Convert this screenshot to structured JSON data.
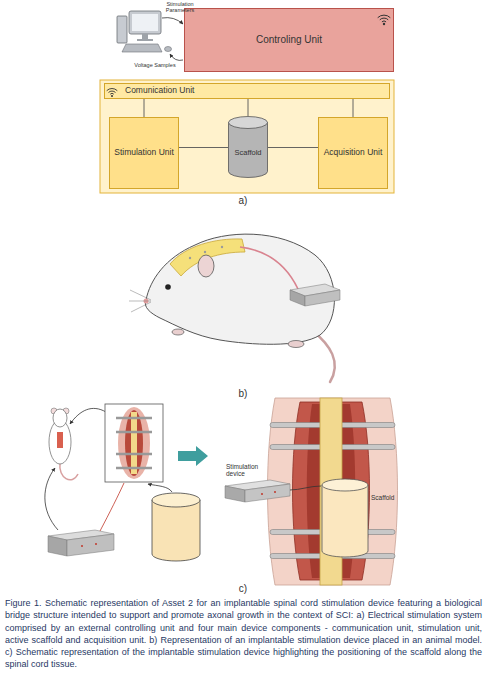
{
  "diagram": {
    "caption": "Figure 1. Schematic representation of Asset 2 for an implantable spinal cord stimulation device featuring a biological bridge structure intended to support and promote axonal growth in the context of SCI: a) Electrical stimulation system comprised by an external controlling unit and four main device components - communication unit, stimulation unit, active scaffold and acquisition unit. b) Representation of an implantable stimulation device placed in an animal model. c) Schematic representation of the implantable stimulation device highlighting the positioning of the scaffold along the spinal cord tissue.",
    "nodes": [
      {
        "text": [
          "Controling Unit"
        ]
      },
      {
        "text": [
          "Comunication Unit"
        ]
      },
      {
        "text": [
          "Stimulation Unit"
        ]
      },
      {
        "text": [
          "Scaffold"
        ]
      },
      {
        "text": [
          "Acquisition Unit"
        ]
      }
    ],
    "edges": [
      {
        "from": 1,
        "to": 2,
        "arrow": "none"
      },
      {
        "from": 1,
        "to": 3,
        "arrow": "none"
      },
      {
        "from": 1,
        "to": 4,
        "arrow": "none"
      },
      {
        "from": 2,
        "to": 3,
        "arrow": "none"
      },
      {
        "from": 3,
        "to": 4,
        "arrow": "none"
      }
    ],
    "labels": [
      "Stimulation Parameters",
      "Voltage Samples",
      "a)",
      "b)",
      "Stimulation device",
      "Scaffold",
      "c)"
    ]
  }
}
